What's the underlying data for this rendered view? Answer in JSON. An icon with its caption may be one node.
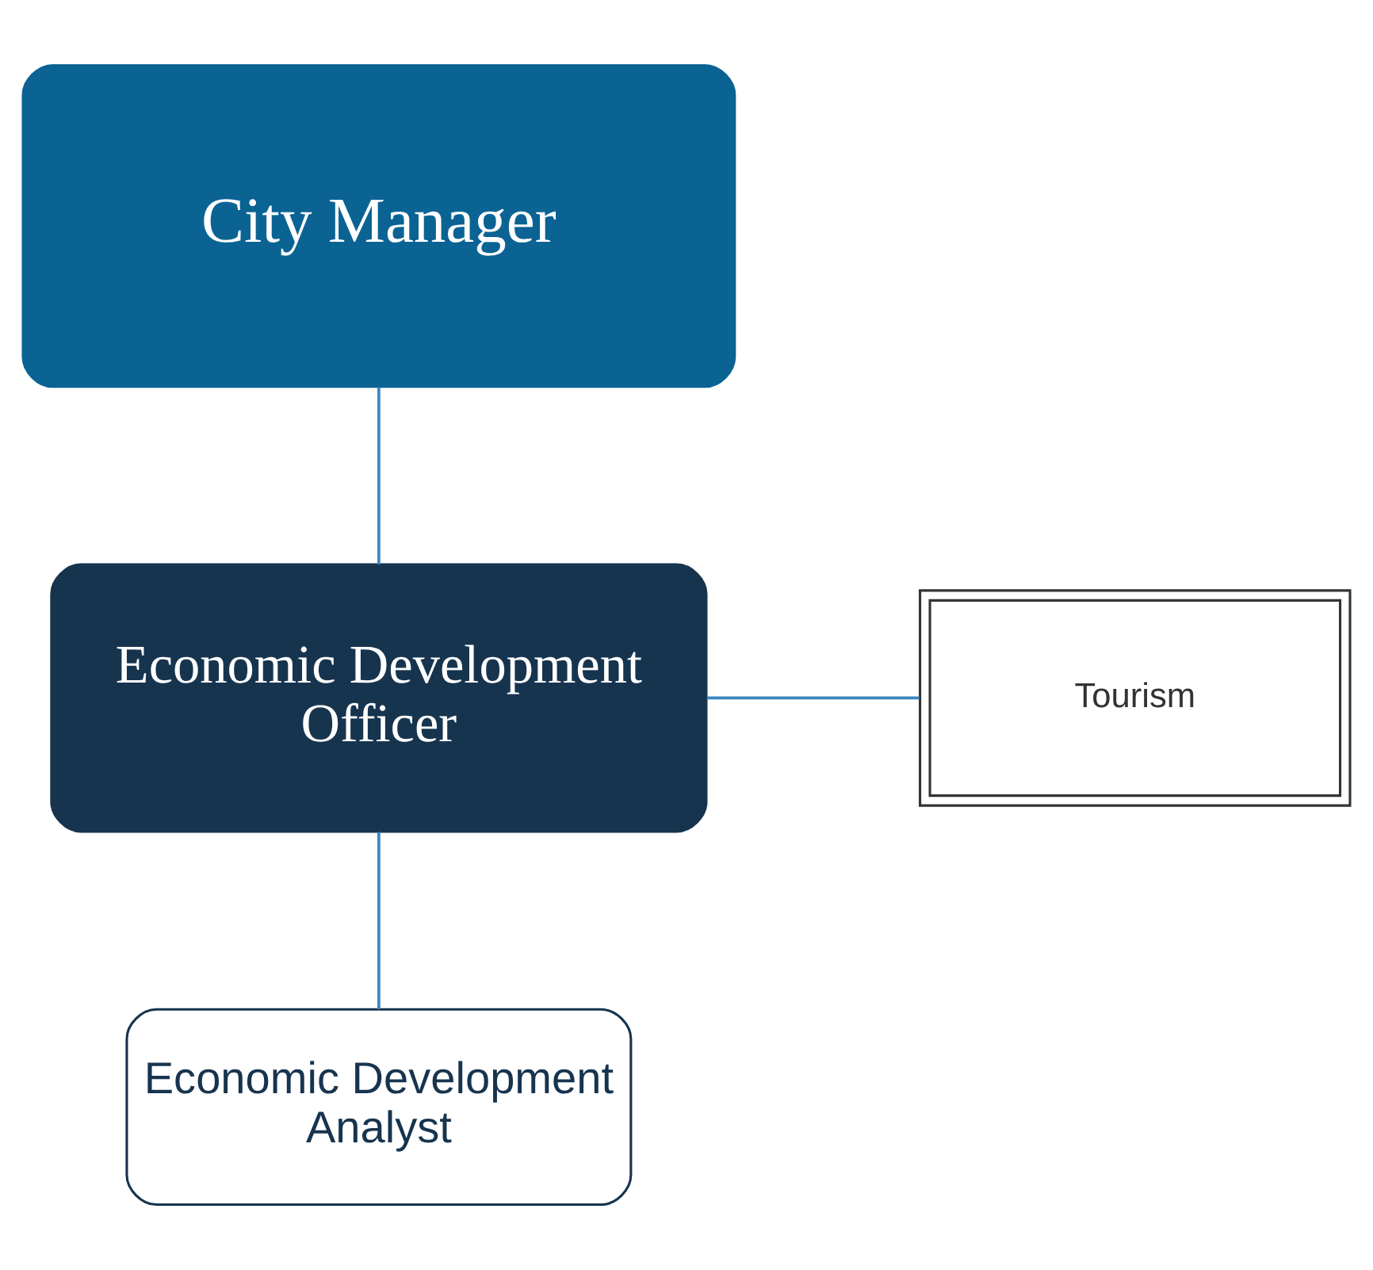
{
  "diagram": {
    "nodes": [
      {
        "text": [
          "City Manager"
        ]
      },
      {
        "text": [
          "Economic Development Officer"
        ]
      },
      {
        "text": [
          "Tourism"
        ]
      },
      {
        "text": [
          "Economic Development Analyst"
        ]
      }
    ],
    "edges": [
      {
        "from": 0,
        "to": 1,
        "arrow": "none"
      },
      {
        "from": 1,
        "to": 2,
        "arrow": "none"
      },
      {
        "from": 1,
        "to": 3,
        "arrow": "none"
      }
    ]
  }
}
